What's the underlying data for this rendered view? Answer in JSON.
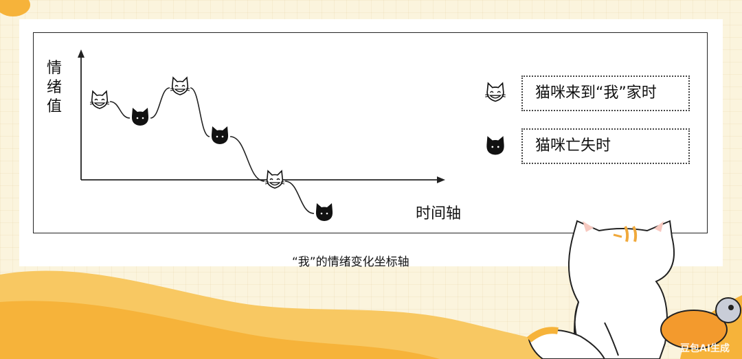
{
  "diagram": {
    "y_axis_label": [
      "情",
      "绪",
      "值"
    ],
    "x_axis_label": "时间轴",
    "caption": "“我”的情绪变化坐标轴",
    "legend": [
      {
        "icon": "happy-cat-icon",
        "label": "猫咪来到“我”家时"
      },
      {
        "icon": "black-cat-icon",
        "label": "猫咪亡失时"
      }
    ],
    "sequence": [
      "happy",
      "sad",
      "happy",
      "sad",
      "happy",
      "sad"
    ]
  },
  "watermark": "豆包AI生成",
  "colors": {
    "background": "#fbf4dd",
    "accent_orange": "#f6b33a",
    "cat_black": "#111111"
  }
}
